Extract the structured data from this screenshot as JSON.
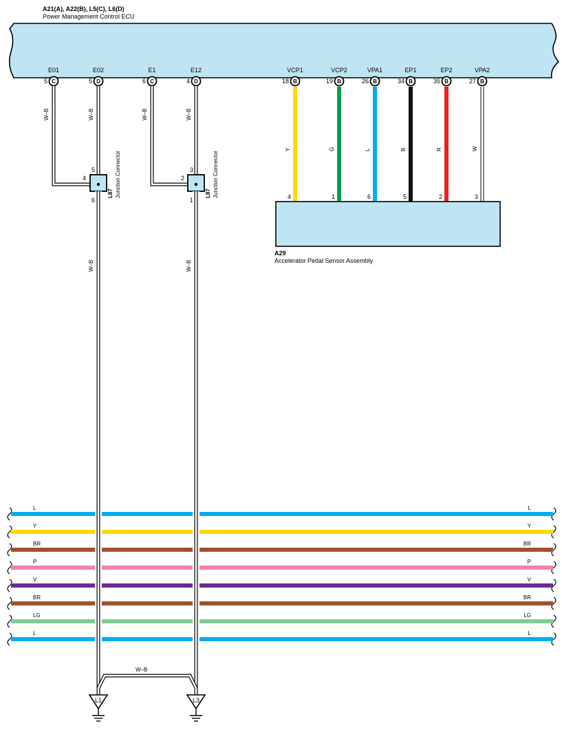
{
  "ecu": {
    "connectors": "A21(A), A22(B), L5(C), L6(D)",
    "name": "Power Management Control ECU",
    "terminals": [
      {
        "name": "E01",
        "pin": "5",
        "conn": "C"
      },
      {
        "name": "E02",
        "pin": "5",
        "conn": "D"
      },
      {
        "name": "E1",
        "pin": "6",
        "conn": "C"
      },
      {
        "name": "E12",
        "pin": "4",
        "conn": "D"
      },
      {
        "name": "VCP1",
        "pin": "18",
        "conn": "B"
      },
      {
        "name": "VCP2",
        "pin": "19",
        "conn": "B"
      },
      {
        "name": "VPA1",
        "pin": "26",
        "conn": "B"
      },
      {
        "name": "EP1",
        "pin": "34",
        "conn": "B"
      },
      {
        "name": "EP2",
        "pin": "35",
        "conn": "B"
      },
      {
        "name": "VPA2",
        "pin": "27",
        "conn": "B"
      }
    ]
  },
  "ground_wires": [
    {
      "label": "W–B"
    },
    {
      "label": "W–B"
    },
    {
      "label": "W–B"
    },
    {
      "label": "W–B"
    }
  ],
  "junctions": [
    {
      "code": "L87",
      "name": "Junction Connector",
      "pins": {
        "top": "5",
        "left": "4",
        "bottom": "6"
      }
    },
    {
      "code": "L87",
      "name": "Junction Connector",
      "pins": {
        "top": "3",
        "left": "2",
        "bottom": "1"
      }
    }
  ],
  "lower_wires": [
    {
      "label": "W–B"
    },
    {
      "label": "W–B"
    }
  ],
  "ground_link": {
    "label": "W–B"
  },
  "grounds": [
    {
      "label": "L1"
    },
    {
      "label": "L3"
    }
  ],
  "sensor_wires": [
    {
      "label": "Y",
      "color": "#FFD800",
      "pin": "4",
      "term": "VCP1"
    },
    {
      "label": "G",
      "color": "#00A050",
      "pin": "1",
      "term": "VCP2"
    },
    {
      "label": "L",
      "color": "#00AEEF",
      "pin": "6",
      "term": "VPA1"
    },
    {
      "label": "B",
      "color": "#111111",
      "pin": "5",
      "term": "EP1"
    },
    {
      "label": "R",
      "color": "#EE2020",
      "pin": "2",
      "term": "EP2"
    },
    {
      "label": "W",
      "color": "#FFFFFF",
      "pin": "3",
      "term": "VPA2"
    }
  ],
  "sensor": {
    "code": "A29",
    "name": "Accelerator Pedal Sensor Assembly"
  },
  "bus": [
    {
      "label": "L",
      "color": "#00AEEF"
    },
    {
      "label": "Y",
      "color": "#FFD800"
    },
    {
      "label": "BR",
      "color": "#A0522D"
    },
    {
      "label": "P",
      "color": "#F080B0"
    },
    {
      "label": "V",
      "color": "#6A2C91"
    },
    {
      "label": "BR",
      "color": "#A0522D"
    },
    {
      "label": "LG",
      "color": "#80CC98"
    },
    {
      "label": "L",
      "color": "#00AEEF"
    }
  ],
  "colors": {
    "component_fill": "#BFE4F2",
    "outline": "#000000"
  }
}
